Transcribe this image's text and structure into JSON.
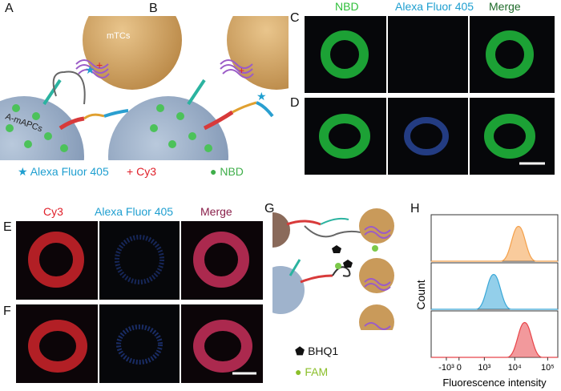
{
  "panels": {
    "A": "A",
    "B": "B",
    "C": "C",
    "D": "D",
    "E": "E",
    "F": "F",
    "G": "G",
    "H": "H"
  },
  "cells": {
    "mtc_label": "mTCs",
    "amapc_label": "A-mAPCs"
  },
  "legend_top": {
    "alexa": "Alexa Fluor 405",
    "cy3": "Cy3",
    "nbd": "NBD"
  },
  "channels_cd": {
    "nbd": "NBD",
    "alexa": "Alexa Fluor 405",
    "merge": "Merge"
  },
  "channels_ef": {
    "cy3": "Cy3",
    "alexa": "Alexa Fluor 405",
    "merge": "Merge"
  },
  "legend_g": {
    "bhq1": "BHQ1",
    "fam": "FAM"
  },
  "colors": {
    "nbd_green": "#2fbf3a",
    "alexa_blue": "#1f9fd0",
    "cy3_red": "#e0202a",
    "merge_green": "#1f6b2a",
    "merge_purple": "#8a1f4a",
    "hist_orange": "#f4a04a",
    "hist_blue": "#3aa8d8",
    "hist_red": "#e8454a"
  },
  "chart_data": {
    "type": "histogram",
    "ylabel": "Count",
    "xlabel": "Fluorescence intensity",
    "x_ticks": [
      "-10³",
      "0",
      "10³",
      "10⁴",
      "10⁵"
    ],
    "series": [
      {
        "color": "orange",
        "peak_log10": 4.1
      },
      {
        "color": "blue",
        "peak_log10": 3.3
      },
      {
        "color": "red",
        "peak_log10": 4.3
      }
    ]
  }
}
